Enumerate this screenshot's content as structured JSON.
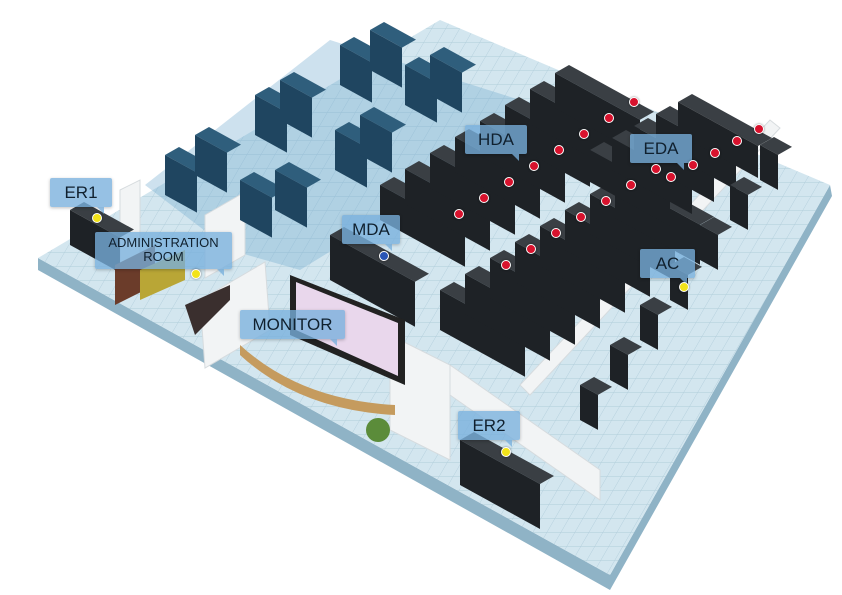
{
  "labels": {
    "er1": "ER1",
    "admin": "ADMINISTRATION ROOM",
    "mda": "MDA",
    "hda": "HDA",
    "eda": "EDA",
    "ac": "AC",
    "monitor": "MONITOR",
    "er2": "ER2"
  },
  "colors": {
    "floor": "#c9dfe9",
    "rack": "#1e2226",
    "glass_zone": "#6fa9cf",
    "dot_yellow": "#f2e31a",
    "dot_red": "#d8122d",
    "dot_blue": "#2a55b5",
    "label_bg": "#78afdc"
  }
}
